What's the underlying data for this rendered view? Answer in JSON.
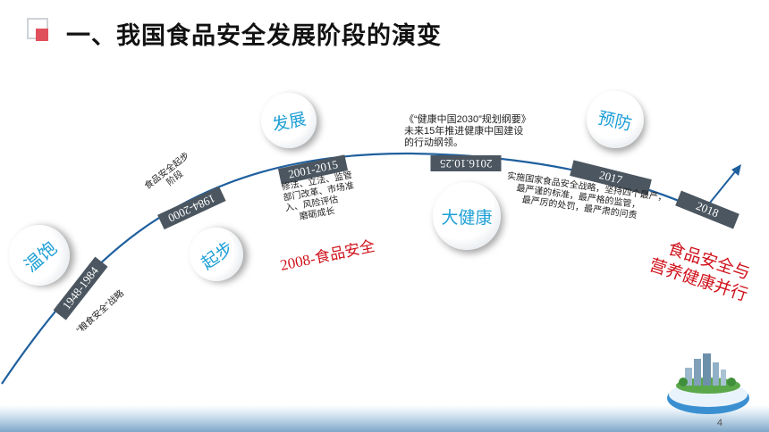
{
  "title": "一、我国食品安全发展阶段的演变",
  "bubbles": {
    "wenbao": "温饱",
    "qibu": "起步",
    "fazhan": "发展",
    "dajiankang": "大健康",
    "yufang": "预防"
  },
  "tags": {
    "t1948": "1948-1984",
    "t1984": "1984-2000",
    "t2001": "2001-2015",
    "t2016": "2016.10.25",
    "t2017": "2017",
    "t2018": "2018"
  },
  "notes": {
    "grain": "“粮食安全”战略",
    "start_line1": "食品安全起步",
    "start_line2": "阶段",
    "dev_line1": "修法、立法、监管",
    "dev_line2": "部门改革、市场准",
    "dev_line3": "入、风险评估",
    "dev_line4": "磨砺成长",
    "plan_line1": "《“健康中国2030”规划纲要》",
    "plan_line2": "未来15年推进健康中国建设",
    "plan_line3": "的行动纲领。",
    "strict_line1": "实施国家食品安全战略，坚持四个最严，",
    "strict_line2": "最严谨的标准，最严格的监管，",
    "strict_line3": "最严厉的处罚，最严肃的问责"
  },
  "red_labels": {
    "food_safety": "2008-食品安全",
    "parallel_line1": "食品安全与",
    "parallel_line2": "营养健康并行"
  },
  "page_number": "4",
  "colors": {
    "curve": "#1f5f9e",
    "accent_blue": "#1e9fd6",
    "tag_bg": "#4b5660",
    "red": "#d0121b"
  }
}
